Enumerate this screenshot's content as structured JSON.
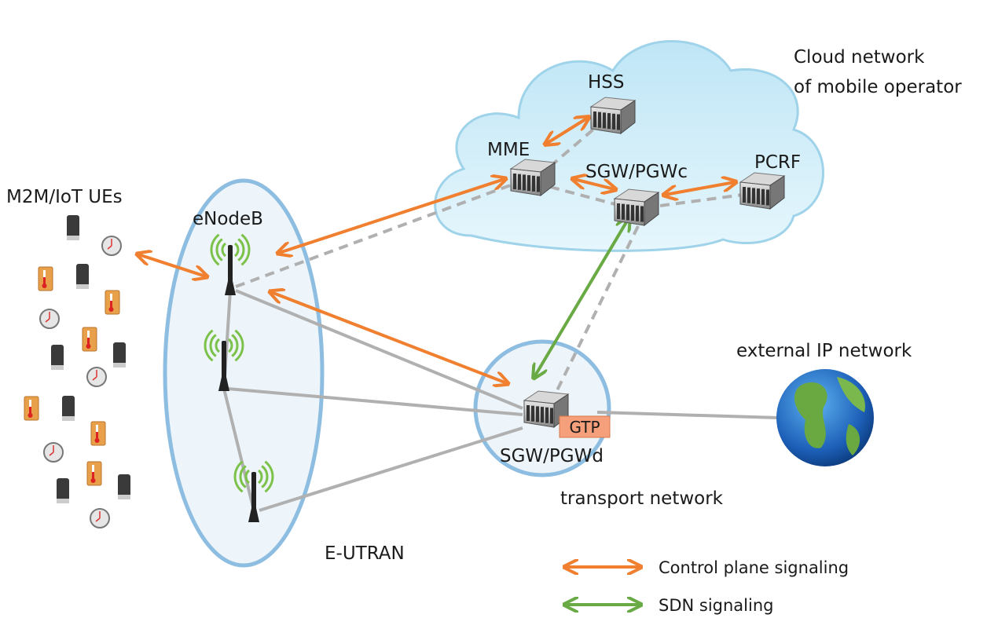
{
  "labels": {
    "cloud_line1": "Cloud network",
    "cloud_line2": "of mobile operator",
    "hss": "HSS",
    "mme": "MME",
    "sgw_pgwc": "SGW/PGWc",
    "pcrf": "PCRF",
    "ues": "M2M/IoT UEs",
    "enodeb": "eNodeB",
    "external": "external IP network",
    "gtp": "GTP",
    "sgw_pgwd": "SGW/PGWd",
    "transport": "transport network",
    "eutran": "E-UTRAN"
  },
  "legend": [
    {
      "label": "Control plane signaling",
      "color": "#f07f2f"
    },
    {
      "label": "SDN signaling",
      "color": "#6aaa44"
    }
  ],
  "colors": {
    "control": "#f07f2f",
    "sdn": "#6aaa44",
    "link": "#b0b0b0",
    "ellipse": "#8dbde0",
    "gtp_box": "#f5a07a"
  },
  "ue_icons": [
    "phone-icon",
    "clock-icon",
    "thermometer-icon"
  ]
}
